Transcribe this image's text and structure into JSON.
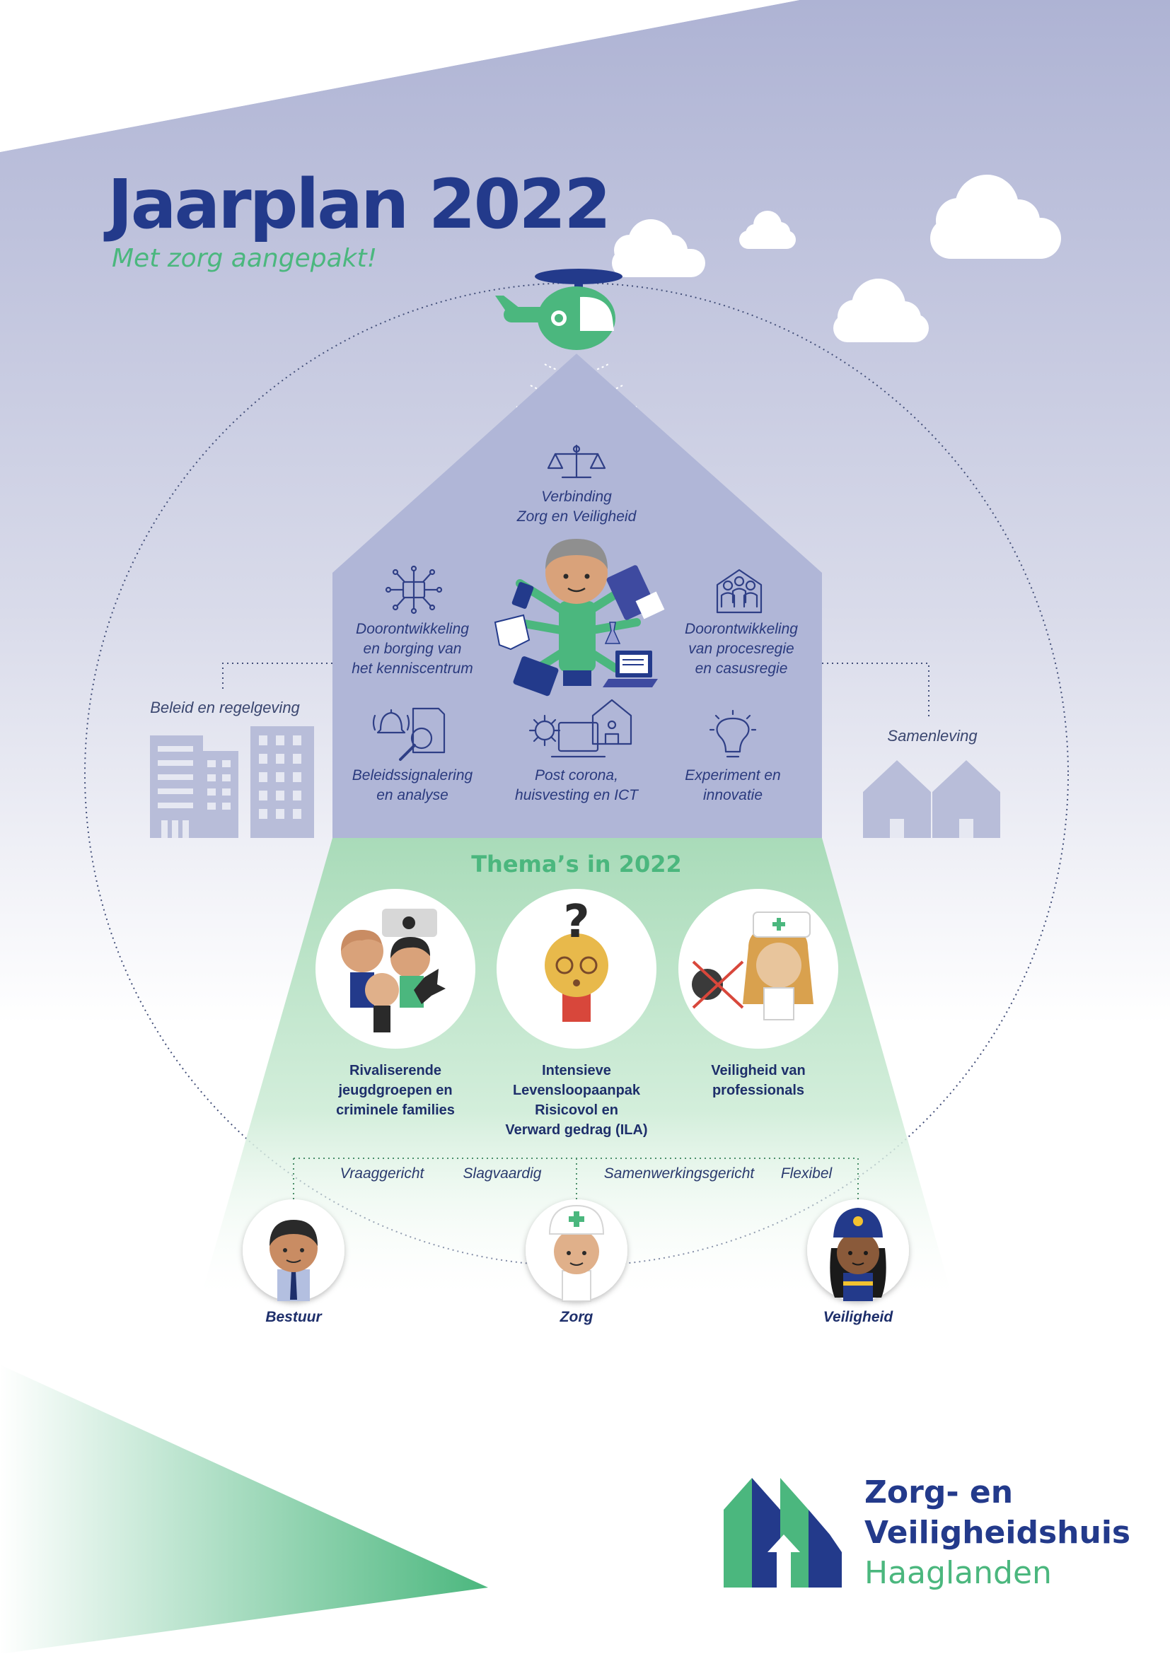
{
  "header": {
    "title": "Jaarplan 2022",
    "subtitle": "Met zorg aangepakt!"
  },
  "house": {
    "top_item": {
      "icon": "scales-icon",
      "lines": [
        "Verbinding",
        "Zorg en Veiligheid"
      ]
    },
    "items": [
      {
        "icon": "network-book-icon",
        "lines": [
          "Doorontwikkeling",
          "en borging van",
          "het kenniscentrum"
        ]
      },
      {
        "icon": "people-group-icon",
        "lines": [
          "Doorontwikkeling",
          "van procesregie",
          "en casusregie"
        ]
      },
      {
        "icon": "bell-magnifier-icon",
        "lines": [
          "Beleidssignalering",
          "en analyse"
        ]
      },
      {
        "icon": "virus-laptop-house-icon",
        "lines": [
          "Post corona,",
          "huisvesting en ICT"
        ]
      },
      {
        "icon": "lightbulb-icon",
        "lines": [
          "Experiment en",
          "innovatie"
        ]
      }
    ]
  },
  "sides": {
    "left": {
      "label": "Beleid en regelgeving",
      "icon": "buildings-icon"
    },
    "right": {
      "label": "Samenleving",
      "icon": "houses-icon"
    }
  },
  "themes": {
    "heading": "Thema’s in 2022",
    "items": [
      {
        "icon": "youth-groups-icon",
        "lines": [
          "Rivaliserende",
          "jeugdgroepen en",
          "criminele families"
        ]
      },
      {
        "icon": "confused-person-icon",
        "lines": [
          "Intensieve",
          "Levensloopaanpak",
          "Risicovol en",
          "Verward gedrag (ILA)"
        ]
      },
      {
        "icon": "nurse-no-violence-icon",
        "lines": [
          "Veiligheid van",
          "professionals"
        ]
      }
    ]
  },
  "values": [
    "Vraaggericht",
    "Slagvaardig",
    "Samenwerkingsgericht",
    "Flexibel"
  ],
  "roles": [
    {
      "label": "Bestuur",
      "icon": "official-avatar-icon"
    },
    {
      "label": "Zorg",
      "icon": "nurse-avatar-icon"
    },
    {
      "label": "Veiligheid",
      "icon": "police-avatar-icon"
    }
  ],
  "organization": {
    "name_line1": "Zorg- en",
    "name_line2": "Veiligheidshuis",
    "name_line3": "Haaglanden",
    "logo": "zvh-logo-icon"
  },
  "colors": {
    "navy": "#233a8b",
    "green": "#4bb77e",
    "lavender": "#b3b8d6",
    "house": "#b0b6d7",
    "light_green": "#b6dfc3"
  }
}
